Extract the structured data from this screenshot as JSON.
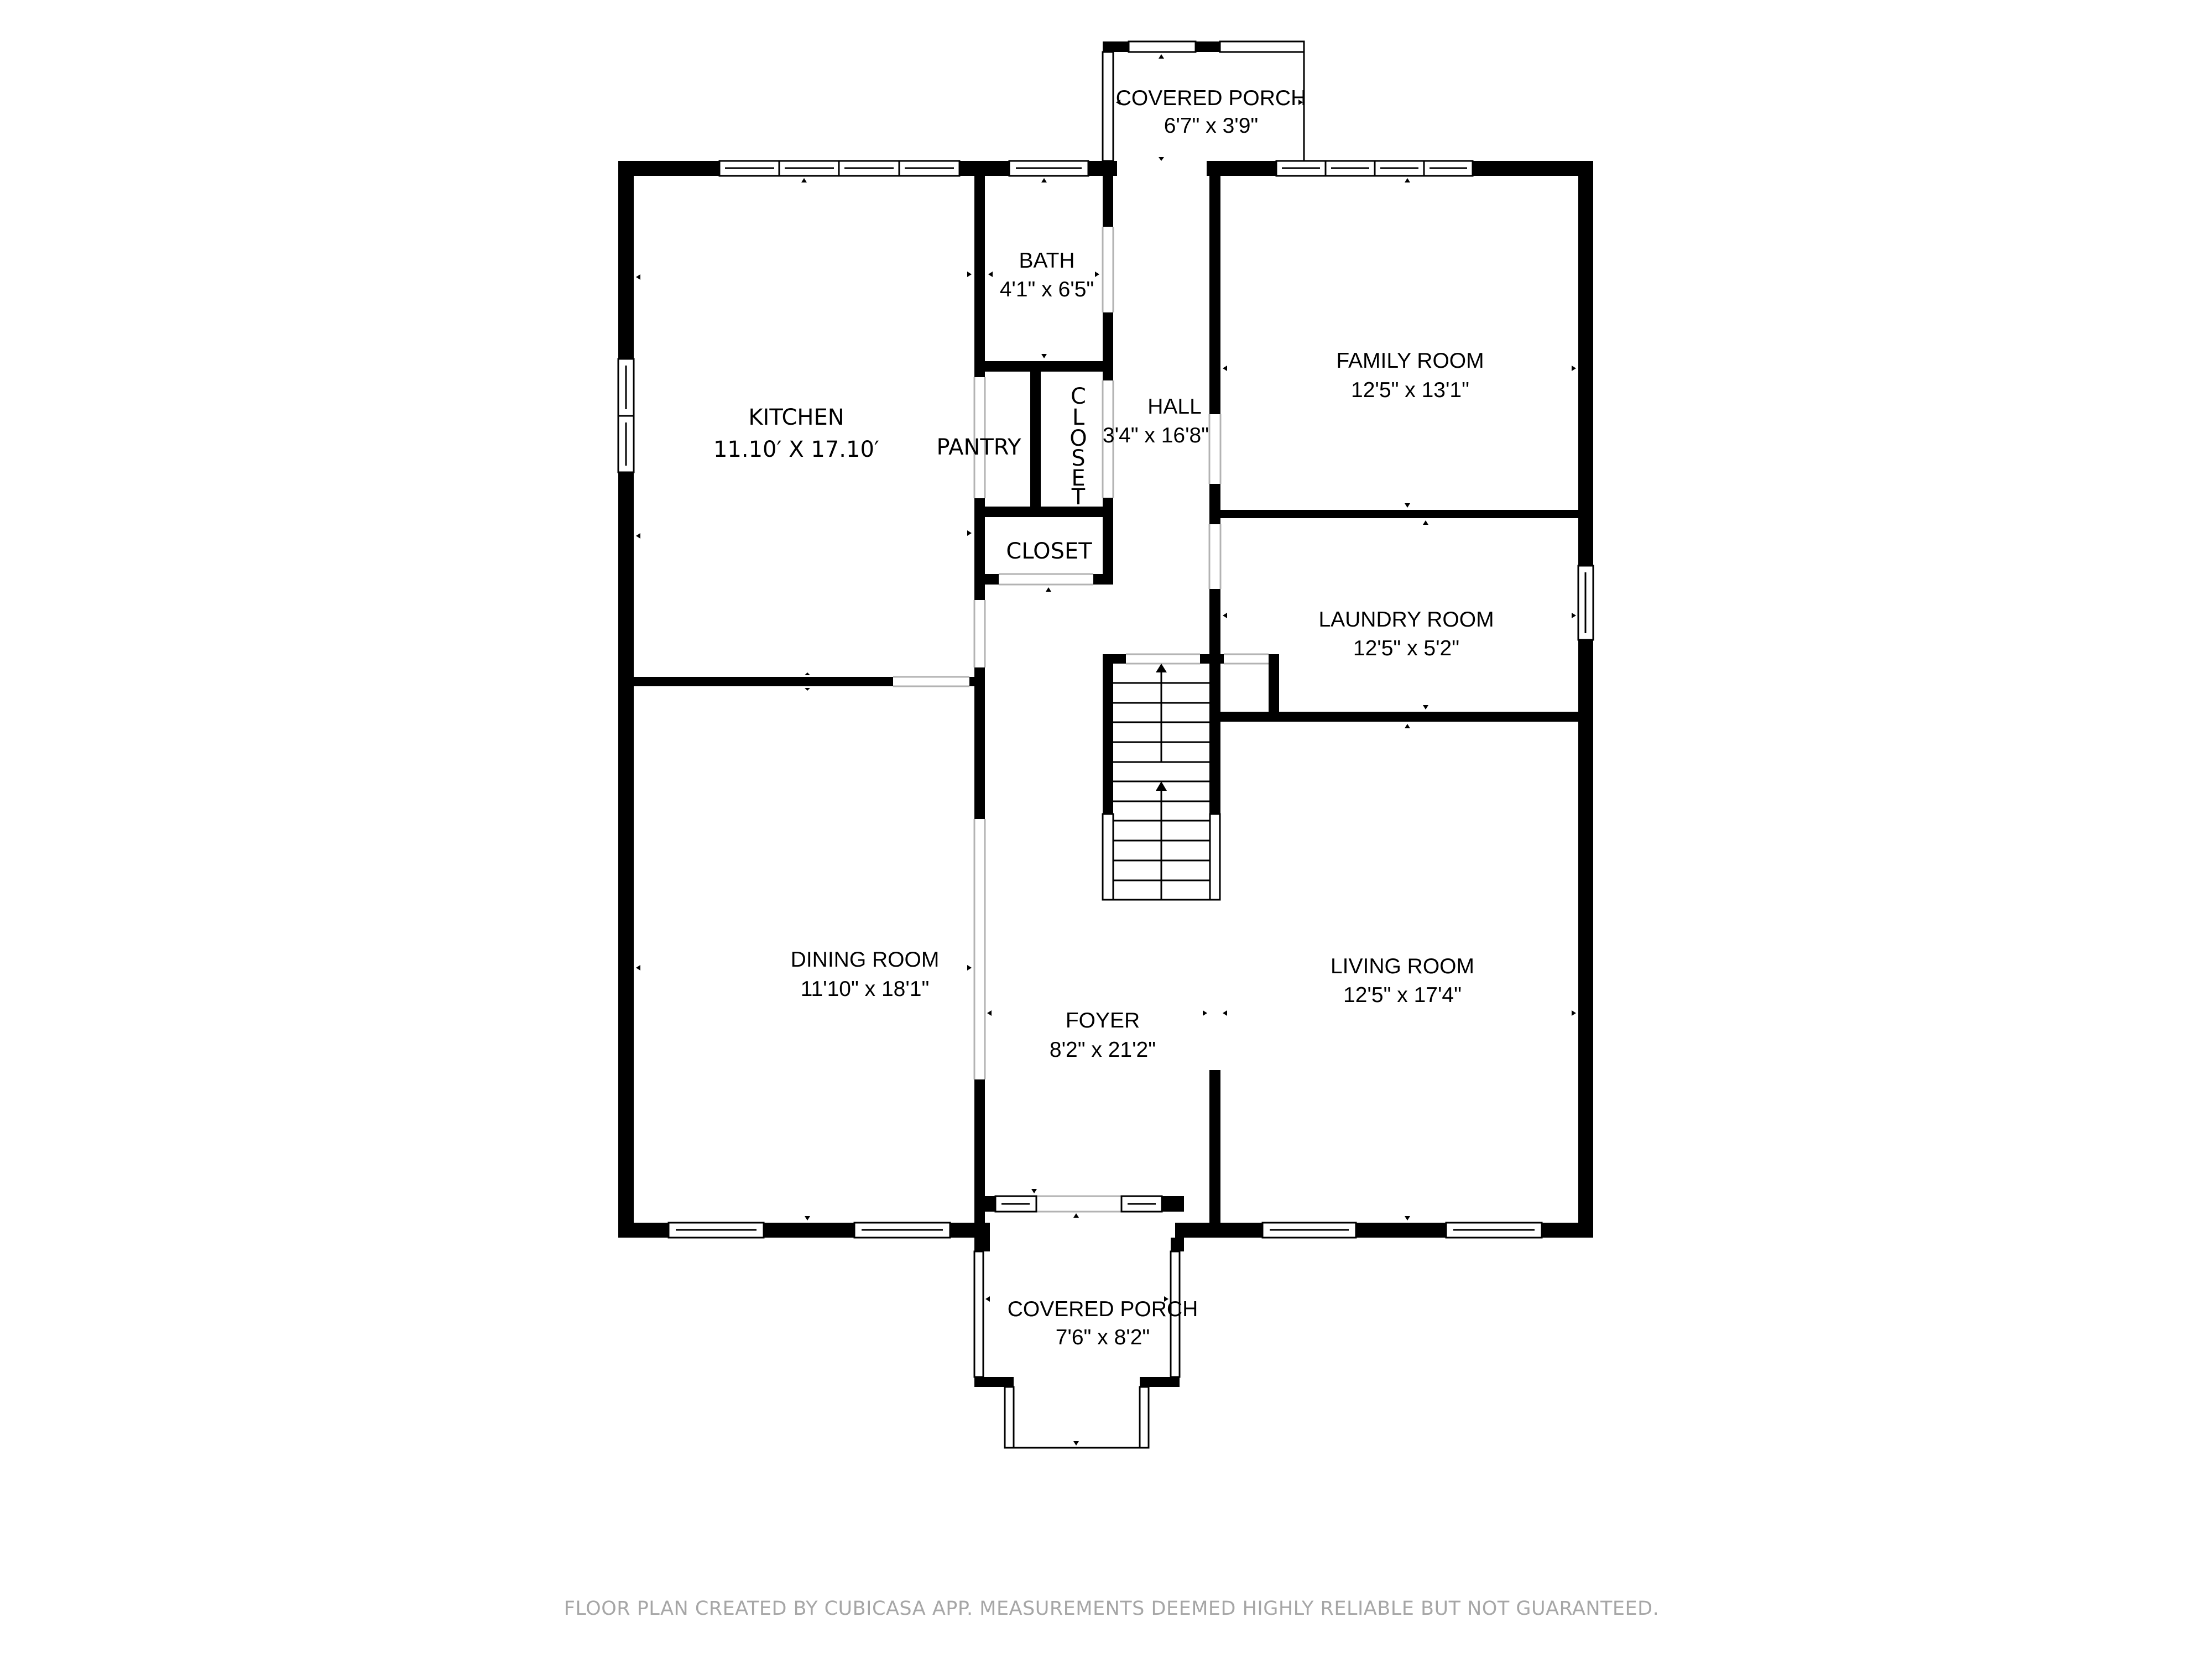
{
  "floor_plan": {
    "rooms": [
      {
        "id": "covered-porch-rear",
        "name": "COVERED PORCH",
        "size": "6'7\" x 3'9\""
      },
      {
        "id": "bath",
        "name": "BATH",
        "size": "4'1\" x 6'5\""
      },
      {
        "id": "kitchen",
        "name": "KITCHEN",
        "size": "11.10′ X 17.10′"
      },
      {
        "id": "pantry",
        "name": "PANTRY",
        "size": ""
      },
      {
        "id": "closet-vertical",
        "name": "CLOSET",
        "size": "",
        "orientation": "vertical"
      },
      {
        "id": "hall",
        "name": "HALL",
        "size": "3'4\" x 16'8\""
      },
      {
        "id": "closet",
        "name": "CLOSET",
        "size": ""
      },
      {
        "id": "family-room",
        "name": "FAMILY ROOM",
        "size": "12'5\" x 13'1\""
      },
      {
        "id": "laundry-room",
        "name": "LAUNDRY ROOM",
        "size": "12'5\" x 5'2\""
      },
      {
        "id": "dining-room",
        "name": "DINING ROOM",
        "size": "11'10\" x 18'1\""
      },
      {
        "id": "foyer",
        "name": "FOYER",
        "size": "8'2\" x 21'2\""
      },
      {
        "id": "living-room",
        "name": "LIVING ROOM",
        "size": "12'5\" x 17'4\""
      },
      {
        "id": "covered-porch-front",
        "name": "COVERED PORCH",
        "size": "7'6\" x 8'2\""
      }
    ],
    "vertical_closet_letters": [
      "C",
      "L",
      "O",
      "S",
      "E",
      "T"
    ],
    "stairs": {
      "direction": "up",
      "tread_count": 11
    },
    "footer": "FLOOR PLAN CREATED BY CUBICASA APP. MEASUREMENTS DEEMED HIGHLY RELIABLE BUT NOT GUARANTEED.",
    "colors": {
      "wall": "#000000",
      "background": "#ffffff",
      "footer_text": "#a6a6a6",
      "opening_line": "#b3b3b3"
    }
  }
}
